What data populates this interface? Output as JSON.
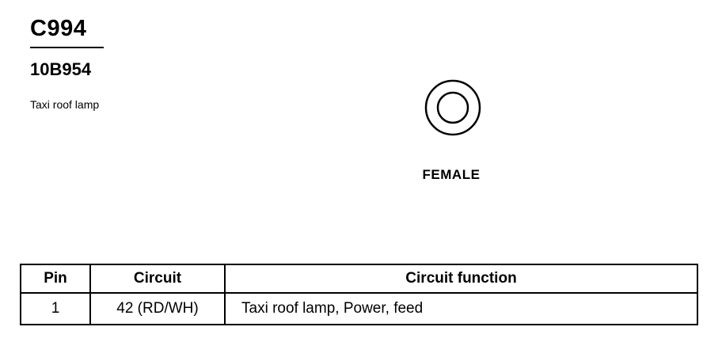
{
  "connector": {
    "id": "C994",
    "part_number": "10B954",
    "description": "Taxi roof lamp",
    "gender": "FEMALE"
  },
  "pin_table": {
    "headers": [
      "Pin",
      "Circuit",
      "Circuit function"
    ],
    "rows": [
      {
        "pin": "1",
        "circuit": "42 (RD/WH)",
        "function": "Taxi roof lamp, Power, feed"
      }
    ]
  }
}
